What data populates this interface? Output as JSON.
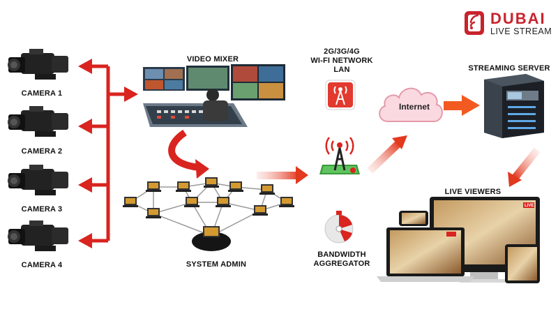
{
  "logo": {
    "brand": "DUBAI",
    "tagline": "LIVE STREAM"
  },
  "cameras": [
    "CAMERA 1",
    "CAMERA 2",
    "CAMERA 3",
    "CAMERA 4"
  ],
  "video_mixer": {
    "label": "VIDEO MIXER"
  },
  "system_admin": {
    "label": "SYSTEM ADMIN"
  },
  "network": {
    "line1": "2G/3G/4G",
    "line2": "WI-FI NETWORK",
    "line3": "LAN"
  },
  "internet": {
    "label": "Internet"
  },
  "streaming_server": {
    "label": "STREAMING SERVER"
  },
  "bandwidth": {
    "line1": "BANDWIDTH",
    "line2": "AGGREGATOR"
  },
  "live_viewers": {
    "label": "LIVE VIEWERS",
    "live_badge": "LIVE"
  },
  "colors": {
    "accent": "#c8232c",
    "arrow": "#d9241f"
  }
}
